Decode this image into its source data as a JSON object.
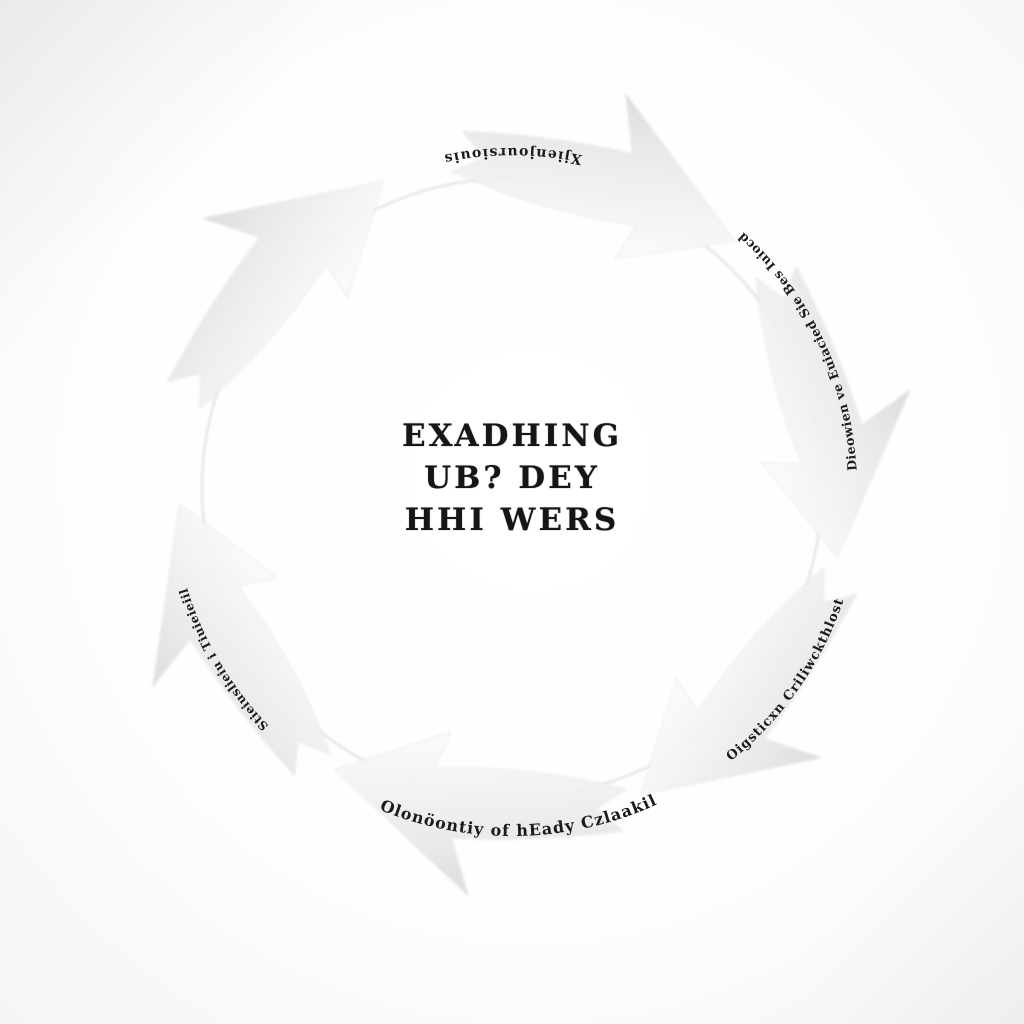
{
  "diagram": {
    "type": "circular-cycle",
    "direction": "clockwise",
    "arrow_count": 6,
    "center": {
      "line1": "EXADHING",
      "line2": "UB? DEY",
      "line3": "HHI WERS"
    },
    "cycle_labels": {
      "top": "Xjienjoursiouis",
      "upper_right": "Dieowien ve Euiacied Sie Bes Iuiocd",
      "lower_right": "Oigsticxn Criliwckthlost",
      "bottom": "Olonöontiy of hEady Czlaakil",
      "left": "Stieiuslieiu i Tiuieieiil"
    },
    "colors": {
      "background": "#fdfdfd",
      "arrow_fill_dark": "#d6d6d6",
      "arrow_fill_light": "#f9f9f9",
      "arrow_edge": "#cfcfcf",
      "ring": "#dedede",
      "label_text": "#1b1b1b",
      "center_text": "#161616"
    }
  }
}
